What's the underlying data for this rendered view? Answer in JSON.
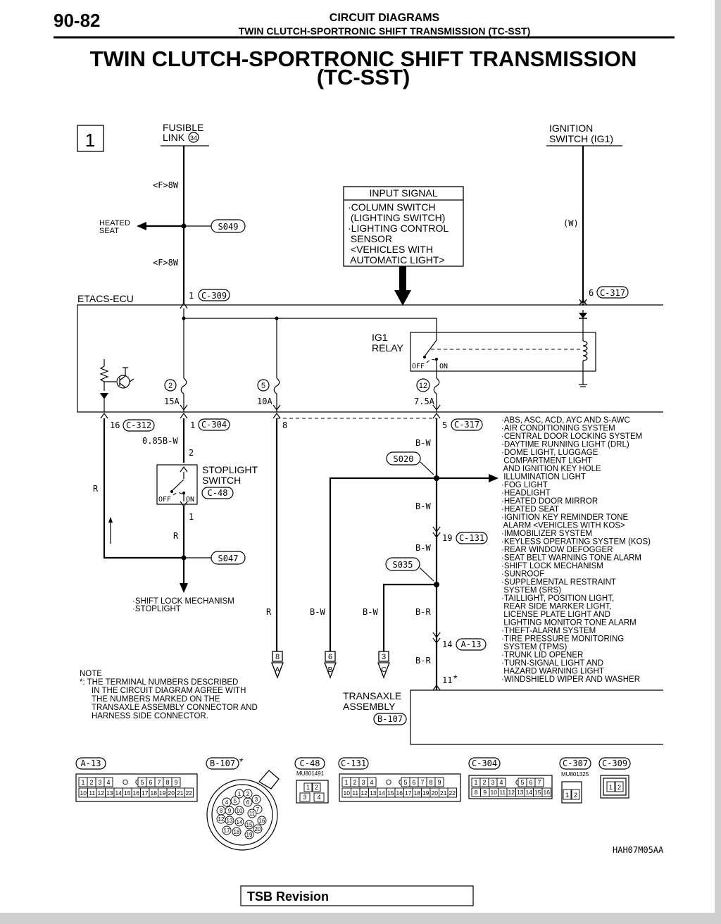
{
  "header": {
    "page_number": "90-82",
    "section": "CIRCUIT DIAGRAMS",
    "subsection": "TWIN CLUTCH-SPORTRONIC SHIFT TRANSMISSION (TC-SST)"
  },
  "title": {
    "line1": "TWIN CLUTCH-SPORTRONIC SHIFT TRANSMISSION",
    "line2": "(TC-SST)"
  },
  "diagram": {
    "sheet_number": "1",
    "fusible_link": {
      "line1": "FUSIBLE",
      "line2": "LINK",
      "number": "34"
    },
    "ignition_switch": {
      "line1": "IGNITION",
      "line2": "SWITCH (IG1)"
    },
    "wire_f8w_top": "<F>8W",
    "wire_f8w_bottom": "<F>8W",
    "heated_seat": {
      "line1": "HEATED",
      "line2": "SEAT"
    },
    "wire_w": "(W)",
    "input_signal": {
      "title": "INPUT SIGNAL",
      "lines": [
        "·COLUMN SWITCH",
        " (LIGHTING SWITCH)",
        "·LIGHTING CONTROL",
        " SENSOR",
        " <VEHICLES WITH",
        " AUTOMATIC LIGHT>"
      ]
    },
    "etacs_label": "ETACS-ECU",
    "ig1_relay": {
      "line1": "IG1",
      "line2": "RELAY",
      "off": "OFF",
      "on": "ON"
    },
    "fuses": [
      {
        "number": "2",
        "rating": "15A"
      },
      {
        "number": "5",
        "rating": "10A"
      },
      {
        "number": "12",
        "rating": "7.5A"
      }
    ],
    "terminals": {
      "c309": "1",
      "c317_top": "6",
      "c312": "16",
      "c304": "1",
      "eight": "8",
      "c317_bottom": "5",
      "stop_2": "2",
      "stop_1": "1",
      "c131": "19",
      "a13": "14",
      "eleven": "11"
    },
    "connectors": {
      "c309": "C-309",
      "c317": "C-317",
      "c312": "C-312",
      "c304": "C-304",
      "c48": "C-48",
      "c131": "C-131",
      "a13": "A-13",
      "b107": "B-107",
      "c307": "C-307"
    },
    "splices": {
      "s049": "S049",
      "s047": "S047",
      "s020": "S020",
      "s035": "S035"
    },
    "wire_085bw": "0.85B-W",
    "stoplight_switch": {
      "line1": "STOPLIGHT",
      "line2": "SWITCH",
      "off": "OFF",
      "on": "ON"
    },
    "wires": {
      "r_left": "R",
      "r_stop": "R",
      "bw_1": "B-W",
      "bw_2": "B-W",
      "bw_3": "B-W",
      "r_bottom": "R",
      "bw_b": "B-W",
      "bw_c": "B-W",
      "br_1": "B-R",
      "br_2": "B-R"
    },
    "shift_lock": [
      "·SHIFT LOCK MECHANISM",
      "·STOPLIGHT"
    ],
    "offpage": [
      {
        "number": "8",
        "letter": "A"
      },
      {
        "number": "6",
        "letter": "B"
      },
      {
        "number": "3",
        "letter": "C"
      }
    ],
    "systems_list": [
      "·ABS, ASC, ACD, AYC AND S-AWC",
      "·AIR CONDITIONING SYSTEM",
      "·CENTRAL DOOR LOCKING SYSTEM",
      "·DAYTIME RUNNING LIGHT (DRL)",
      "·DOME LIGHT, LUGGAGE",
      " COMPARTMENT LIGHT",
      " AND IGNITION KEY HOLE",
      " ILLUMINATION LIGHT",
      "·FOG LIGHT",
      "·HEADLIGHT",
      "·HEATED DOOR MIRROR",
      "·HEATED SEAT",
      "·IGNITION KEY REMINDER TONE",
      " ALARM <VEHICLES WITH KOS>",
      "·IMMOBILIZER SYSTEM",
      "·KEYLESS OPERATING SYSTEM (KOS)",
      "·REAR WINDOW DEFOGGER",
      "·SEAT BELT WARNING TONE ALARM",
      "·SHIFT LOCK MECHANISM",
      "·SUNROOF",
      "·SUPPLEMENTAL RESTRAINT",
      " SYSTEM (SRS)",
      "·TAILLIGHT, POSITION LIGHT,",
      " REAR SIDE MARKER LIGHT,",
      " LICENSE PLATE LIGHT AND",
      " LIGHTING MONITOR TONE ALARM",
      "·THEFT-ALARM SYSTEM",
      "·TIRE PRESSURE MONITORING",
      " SYSTEM (TPMS)",
      "·TRUNK LID OPENER",
      "·TURN-SIGNAL LIGHT AND",
      " HAZARD WARNING LIGHT",
      "·WINDSHIELD WIPER AND WASHER"
    ],
    "note": {
      "title": "NOTE",
      "lines": [
        "*: THE TERMINAL NUMBERS DESCRIBED",
        "IN THE CIRCUIT DIAGRAM AGREE WITH",
        "THE NUMBERS MARKED ON THE",
        "TRANSAXLE ASSEMBLY CONNECTOR AND",
        "HARNESS SIDE CONNECTOR."
      ]
    },
    "transaxle": {
      "line1": "TRANSAXLE",
      "line2": "ASSEMBLY"
    },
    "part_numbers": {
      "c48": "MU801491",
      "c307": "MU801325"
    },
    "drawing_code": "HAH07M05AA"
  },
  "connector_faces": {
    "a13_top": [
      "1",
      "2",
      "3",
      "4",
      "",
      "",
      "5",
      "6",
      "7",
      "8",
      "9"
    ],
    "a13_bottom": [
      "10",
      "11",
      "12",
      "13",
      "14",
      "15",
      "16",
      "17",
      "18",
      "19",
      "20",
      "21",
      "22"
    ],
    "c48": [
      "1",
      "2",
      "3",
      "4"
    ],
    "c304_top": [
      "1",
      "2",
      "3",
      "4",
      "",
      "5",
      "6",
      "7"
    ],
    "c304_bottom": [
      "8",
      "9",
      "10",
      "11",
      "12",
      "13",
      "14",
      "15",
      "16"
    ],
    "c307": [
      "1",
      "2"
    ],
    "c309": [
      "1",
      "2"
    ],
    "b107": [
      "1",
      "2",
      "3",
      "4",
      "5",
      "6",
      "7",
      "8",
      "9",
      "10",
      "11",
      "12",
      "13",
      "14",
      "15",
      "16",
      "17",
      "18",
      "19",
      "20"
    ]
  },
  "footer": {
    "tsb_label": "TSB Revision"
  }
}
